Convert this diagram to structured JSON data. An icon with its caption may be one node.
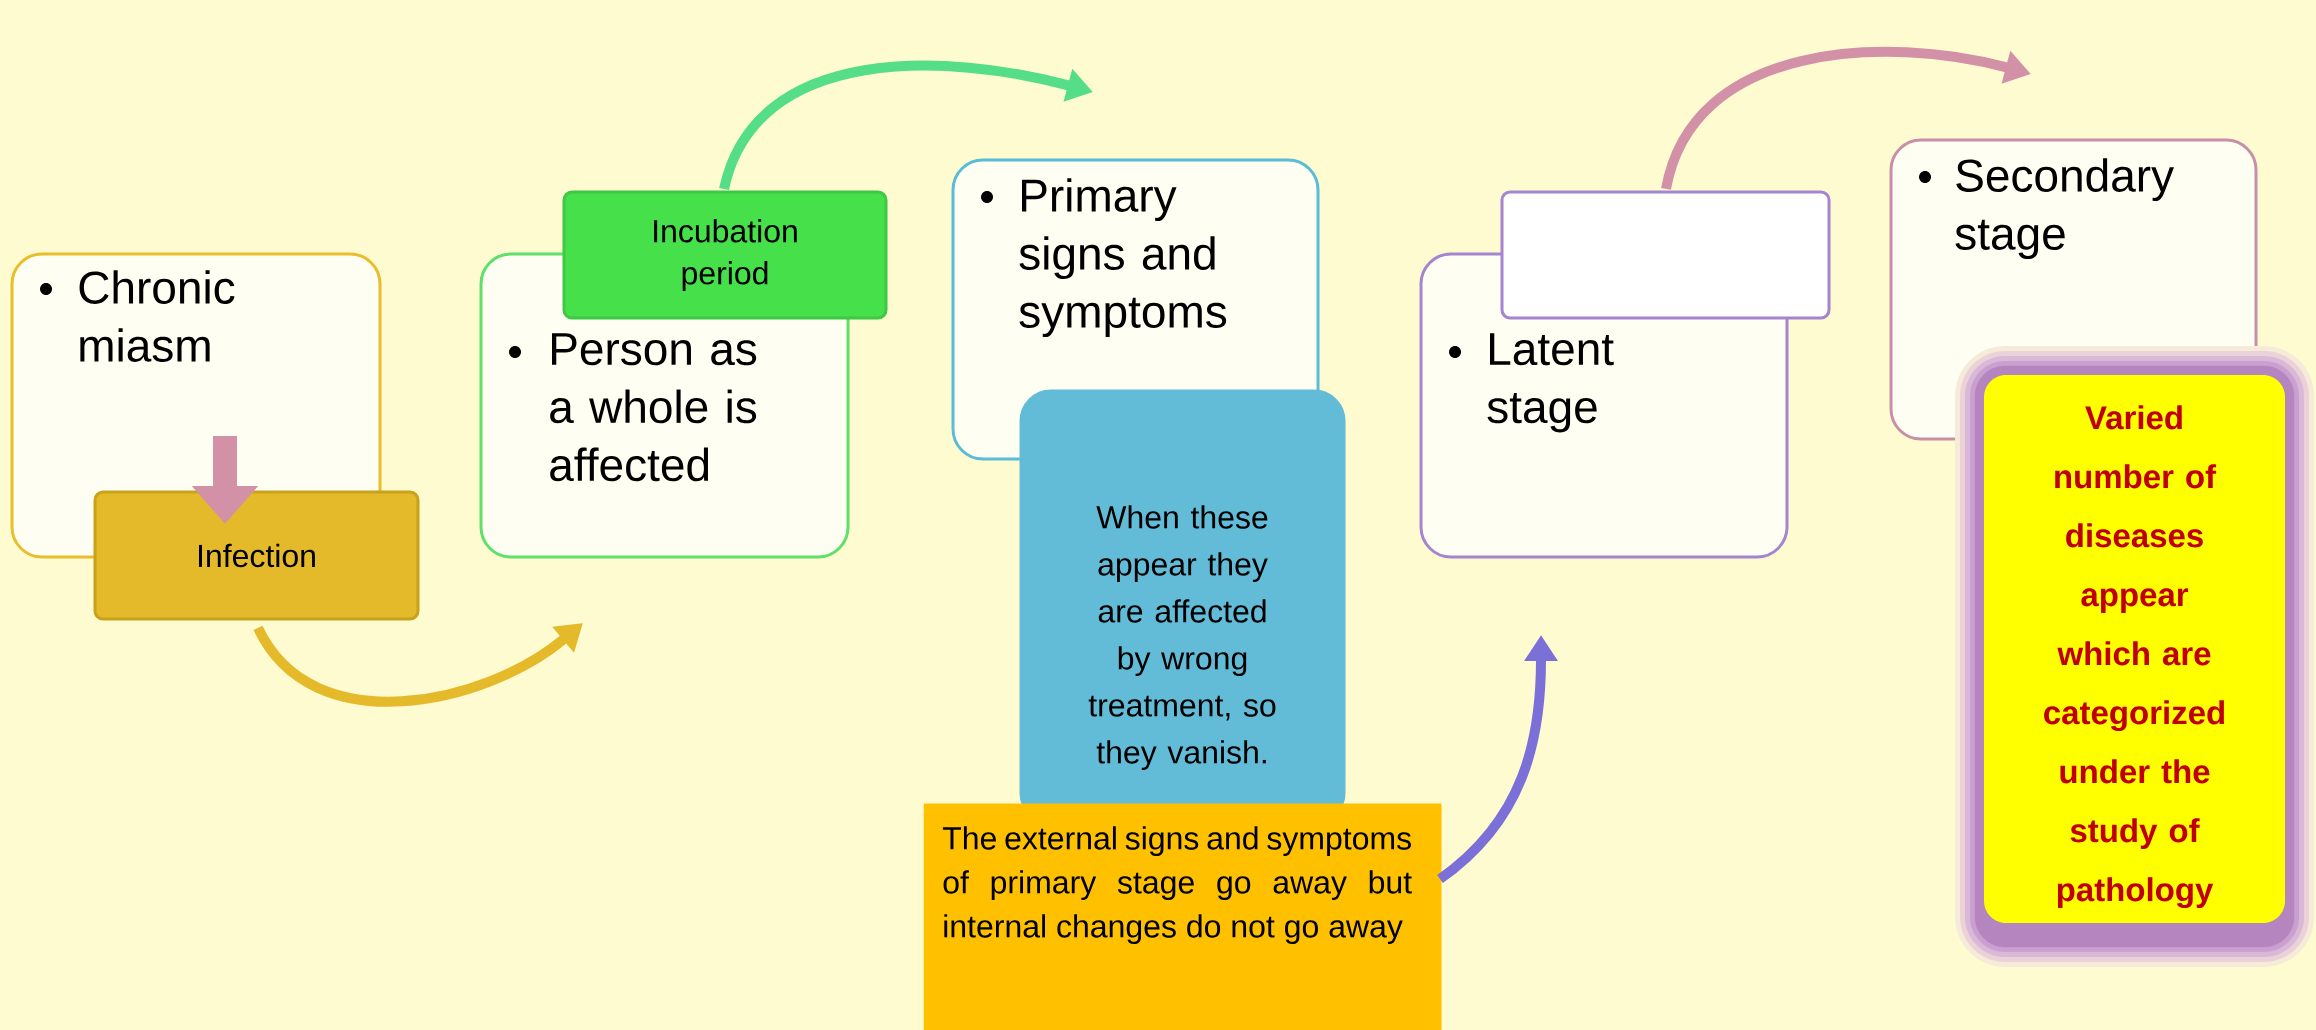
{
  "diagram": {
    "nodes": [
      {
        "text": [
          "Chronic miasm"
        ]
      },
      {
        "text": [
          "Infection"
        ]
      },
      {
        "text": [
          "Person as a whole is affected"
        ]
      },
      {
        "text": [
          "Incubation period"
        ]
      },
      {
        "text": [
          "Primary signs and symptoms"
        ]
      },
      {
        "text": [
          "When these appear they are affected by wrong treatment, so they vanish."
        ]
      },
      {
        "text": [
          "The external signs and symptoms of primary stage go away but internal changes do not go away"
        ]
      },
      {
        "text": [
          "Latent stage"
        ]
      },
      {
        "text": [],
        "shape": "box"
      },
      {
        "text": [
          "Secondary stage"
        ]
      },
      {
        "text": [
          "Varied number of diseases appear which are categorized under the study of pathology"
        ]
      }
    ],
    "edges": [
      {
        "from": 0,
        "to": 1,
        "arrow": "to",
        "style": "thick",
        "color": "#d291a7"
      },
      {
        "from": 1,
        "to": 2,
        "arrow": "to",
        "color": "#e4b92a"
      },
      {
        "from": 3,
        "to": 4,
        "arrow": "to",
        "color": "#55dd88"
      },
      {
        "from": 6,
        "to": 7,
        "arrow": "to",
        "color": "#7b6fd8"
      },
      {
        "from": 8,
        "to": 9,
        "arrow": "to",
        "color": "#d291a7"
      }
    ]
  }
}
